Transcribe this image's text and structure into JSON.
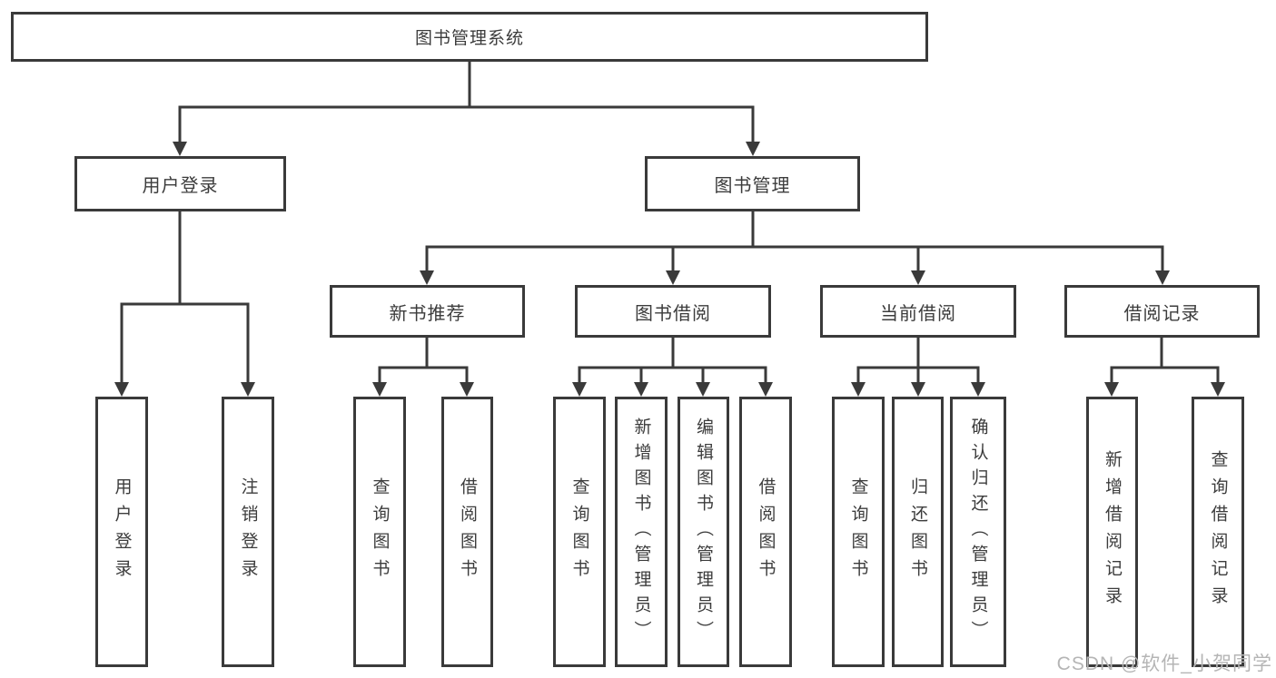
{
  "tree": {
    "root": {
      "label": "图书管理系统"
    },
    "branches": [
      {
        "label": "用户登录",
        "leaves": [
          "用户登录",
          "注销登录"
        ]
      },
      {
        "label": "图书管理",
        "groups": [
          {
            "label": "新书推荐",
            "leaves": [
              "查询图书",
              "借阅图书"
            ]
          },
          {
            "label": "图书借阅",
            "leaves": [
              "查询图书",
              "新增图书（管理员）",
              "编辑图书（管理员）",
              "借阅图书"
            ]
          },
          {
            "label": "当前借阅",
            "leaves": [
              "查询图书",
              "归还图书",
              "确认归还（管理员）"
            ]
          },
          {
            "label": "借阅记录",
            "leaves": [
              "新增借阅记录",
              "查询借阅记录"
            ]
          }
        ]
      }
    ]
  },
  "watermark": "CSDN @软件_小贺同学",
  "colors": {
    "line": "#3a3a3a",
    "text": "#3c3c3c",
    "watermark": "#b5b5b5",
    "background": "#ffffff"
  }
}
